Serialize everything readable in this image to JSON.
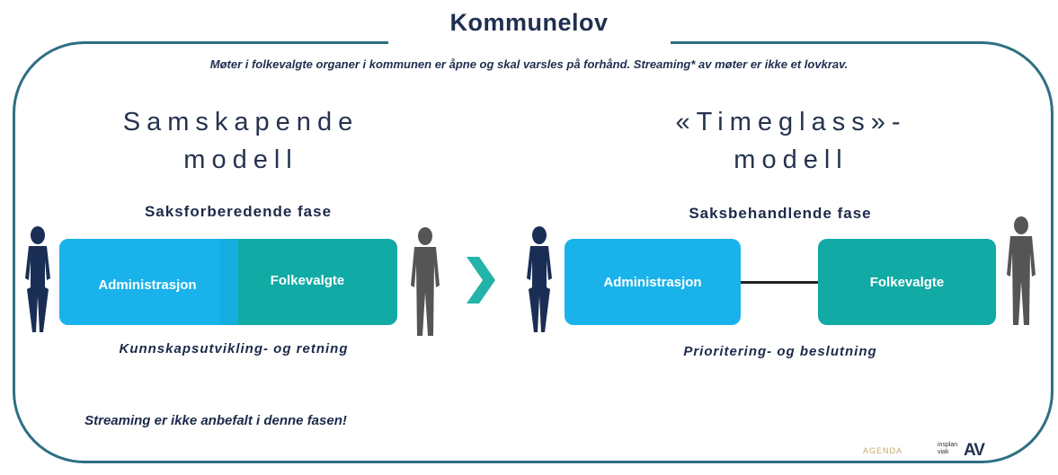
{
  "title": "Kommunelov",
  "notice": "Møter i folkevalgte organer i kommunen er åpne og skal varsles på forhånd. Streaming* av møter er ikke et lovkrav.",
  "left_model": {
    "title_line1": "Samskapende",
    "title_line2": "modell",
    "phase": "Saksforberedende fase",
    "box_admin": "Administrasjon",
    "box_folk": "Folkevalgte",
    "caption": "Kunnskapsutvikling- og retning"
  },
  "right_model": {
    "title_line1": "«Timeglass»-",
    "title_line2": "modell",
    "phase": "Saksbehandlende fase",
    "box_admin": "Administrasjon",
    "box_folk": "Folkevalgte",
    "caption": "Prioritering- og beslutning"
  },
  "streaming_note": "Streaming er ikke anbefalt i denne fasen!",
  "logos": {
    "agenda": "AGENDA",
    "small_line1": "insplan",
    "small_line2": "viak",
    "av": "AV"
  },
  "colors": {
    "frame": "#2e6f83",
    "admin_blue": "#1ab2ea",
    "folk_teal": "#11aaa5",
    "chevron": "#22b3a9",
    "woman": "#1a2e55",
    "man": "#555555"
  },
  "icons": [
    "woman-figure-icon",
    "man-figure-icon",
    "chevron-right-icon"
  ]
}
